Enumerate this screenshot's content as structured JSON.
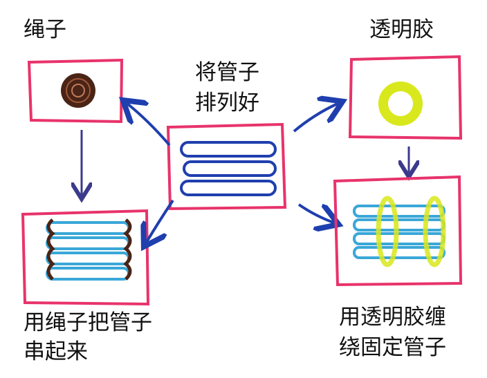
{
  "labels": {
    "rope": "绳子",
    "tape": "透明胶",
    "arrange_line1": "将管子",
    "arrange_line2": "排列好",
    "thread_line1": "用绳子把管子",
    "thread_line2": "串起来",
    "wrap_line1": "用透明胶缠",
    "wrap_line2": "绕固定管子"
  },
  "colors": {
    "frame": "#e8336b",
    "tube": "#1f3fae",
    "tube_light": "#3aa7d8",
    "rope": "#4a2416",
    "tape": "#d9e81c",
    "arrow": "#3b3a8c"
  }
}
